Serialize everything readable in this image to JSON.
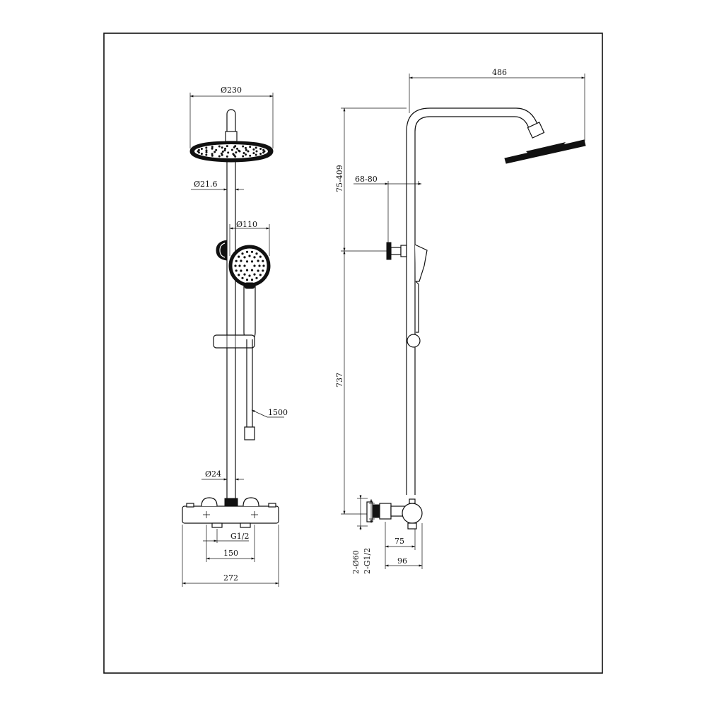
{
  "dimensions": {
    "head_diameter": "Ø230",
    "pipe_upper_diameter": "Ø21.6",
    "hand_shower_diameter": "Ø110",
    "hose_length": "1500",
    "pipe_lower_diameter": "Ø24",
    "inlet_thread": "G1/2",
    "inlet_spacing": "150",
    "valve_width": "272",
    "arm_reach": "486",
    "height_adjust": "75-409",
    "wall_bracket_offset": "68-80",
    "bar_height": "737",
    "eccentric_offset": "75",
    "depth": "96",
    "escutcheon_spec": "2-Ø60",
    "connector_spec": "2-G1/2"
  }
}
